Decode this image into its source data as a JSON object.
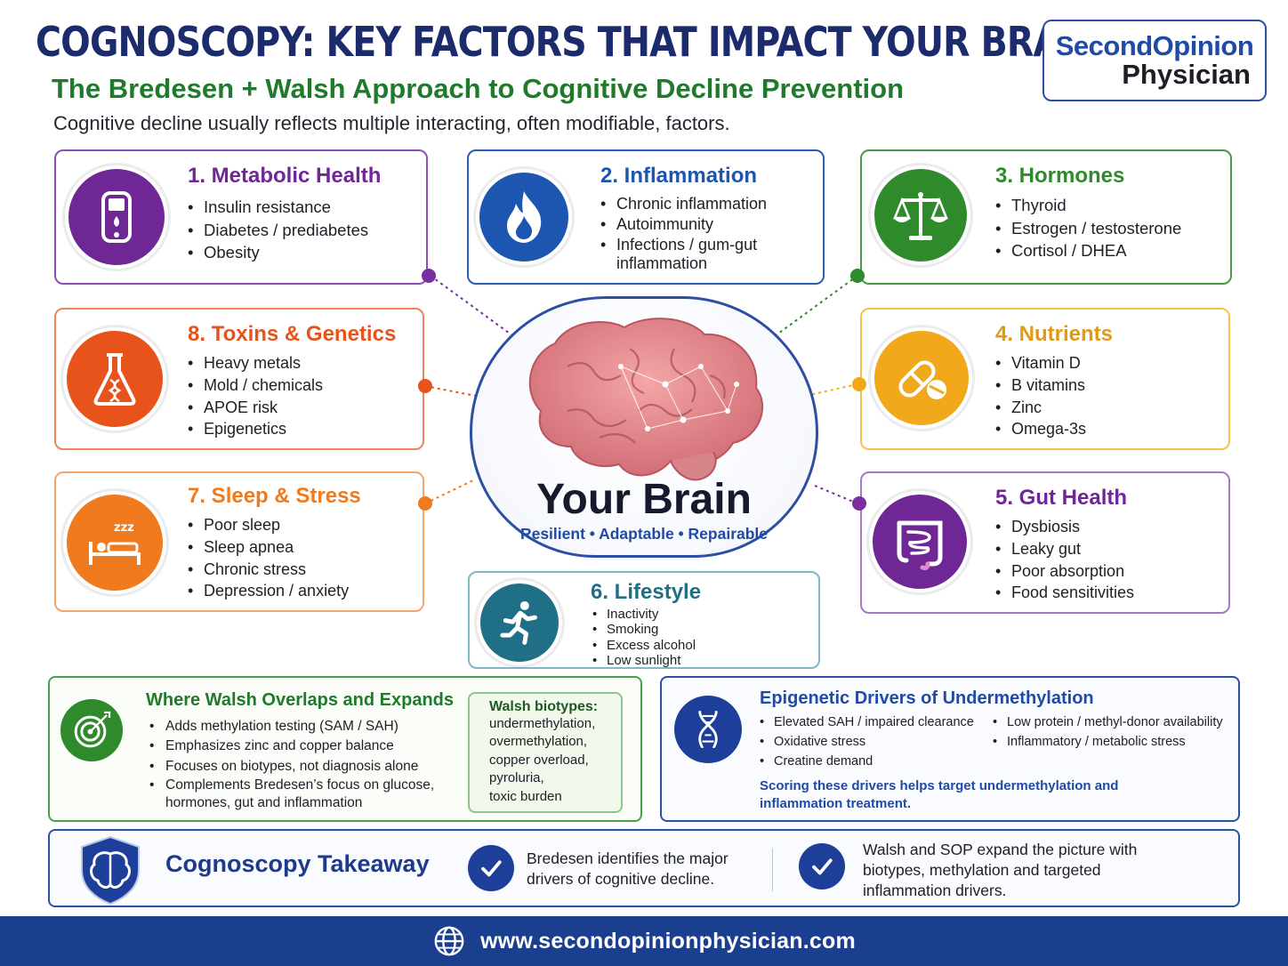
{
  "header": {
    "title": "COGNOSCOPY: KEY FACTORS THAT IMPACT YOUR BRAIN",
    "subtitle": "The Bredesen + Walsh Approach to Cognitive Decline Prevention",
    "intro": "Cognitive decline usually reflects multiple interacting, often modifiable, factors."
  },
  "logo": {
    "line1": "SecondOpinion",
    "line2": "Physician"
  },
  "center": {
    "title": "Your Brain",
    "tagline": "Resilient • Adaptable • Repairable"
  },
  "factors": {
    "metabolic": {
      "title": "1. Metabolic Health",
      "icon": "glucose-meter-icon",
      "color": "#7a2ea0",
      "items": [
        "Insulin resistance",
        "Diabetes / prediabetes",
        "Obesity"
      ]
    },
    "inflammation": {
      "title": "2. Inflammation",
      "icon": "flame-icon",
      "color": "#1d56b0",
      "items": [
        "Chronic inflammation",
        "Autoimmunity",
        "Infections / gum-gut inflammation"
      ]
    },
    "hormones": {
      "title": "3. Hormones",
      "icon": "scales-icon",
      "color": "#2f8a2c",
      "items": [
        "Thyroid",
        "Estrogen / testosterone",
        "Cortisol / DHEA"
      ]
    },
    "nutrients": {
      "title": "4. Nutrients",
      "icon": "capsule-icon",
      "color": "#f2a81b",
      "items": [
        "Vitamin D",
        "B vitamins",
        "Zinc",
        "Omega-3s"
      ]
    },
    "gut": {
      "title": "5. Gut Health",
      "icon": "intestine-icon",
      "color": "#7a2ea0",
      "items": [
        "Dysbiosis",
        "Leaky gut",
        "Poor absorption",
        "Food sensitivities"
      ]
    },
    "lifestyle": {
      "title": "6. Lifestyle",
      "icon": "runner-icon",
      "color": "#1f6f86",
      "items": [
        "Inactivity",
        "Smoking",
        "Excess alcohol",
        "Low sunlight"
      ]
    },
    "sleep": {
      "title": "7. Sleep & Stress",
      "icon": "bed-icon",
      "color": "#f07a1e",
      "items": [
        "Poor sleep",
        "Sleep apnea",
        "Chronic stress",
        "Depression / anxiety"
      ]
    },
    "toxins": {
      "title": "8. Toxins & Genetics",
      "icon": "flask-dna-icon",
      "color": "#e8531b",
      "items": [
        "Heavy metals",
        "Mold / chemicals",
        "APOE risk",
        "Epigenetics"
      ]
    }
  },
  "walsh": {
    "title": "Where Walsh Overlaps and Expands",
    "items": [
      "Adds methylation testing (SAM / SAH)",
      "Emphasizes zinc and copper balance",
      "Focuses on biotypes, not diagnosis alone",
      "Complements Bredesen’s focus on glucose, hormones, gut and inflammation"
    ],
    "biotypes_title": "Walsh biotypes:",
    "biotypes": [
      "undermethylation,",
      "overmethylation,",
      "copper overload,",
      "pyroluria,",
      "toxic burden"
    ]
  },
  "epigenetic": {
    "title": "Epigenetic Drivers of Undermethylation",
    "col1": [
      "Elevated SAH / impaired clearance",
      "Oxidative stress",
      "Creatine demand"
    ],
    "col2": [
      "Low protein / methyl-donor availability",
      "Inflammatory / metabolic stress"
    ],
    "note": "Scoring these drivers helps target undermethylation and inflammation treatment."
  },
  "takeaway": {
    "title": "Cognoscopy Takeaway",
    "point1": "Bredesen identifies the major drivers of cognitive decline.",
    "point2": "Walsh and SOP expand the picture with biotypes, methylation and targeted inflammation drivers."
  },
  "footer": {
    "url": "www.secondopinionphysician.com",
    "icon": "globe-icon"
  }
}
